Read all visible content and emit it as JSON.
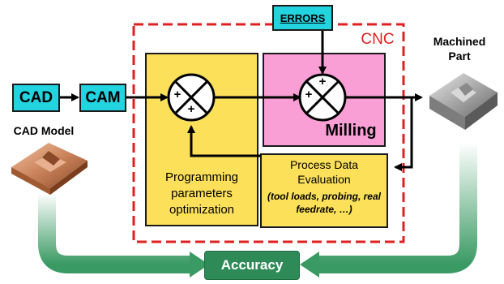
{
  "colors": {
    "cyan": "#22d3e0",
    "yellow": "#fce05a",
    "pink": "#f99fd6",
    "red": "#e02020",
    "green": "#2e8b57",
    "green_light": "#c9eccf",
    "copper": "#c9825a"
  },
  "boxes": {
    "cad": "CAD",
    "cam": "CAM",
    "errors": "ERRORS",
    "milling": "Milling",
    "programming": "Programming parameters optimization",
    "process_title": "Process Data Evaluation",
    "process_sub": "(tool loads, probing, real feedrate, …)",
    "accuracy": "Accuracy"
  },
  "labels": {
    "cnc": "CNC",
    "cad_model": "CAD Model",
    "machined_part": "Machined Part"
  },
  "summing_junction_signs": [
    "+",
    "+",
    "+",
    "+"
  ],
  "icons": [
    "cad-model-image",
    "machined-part-image"
  ]
}
